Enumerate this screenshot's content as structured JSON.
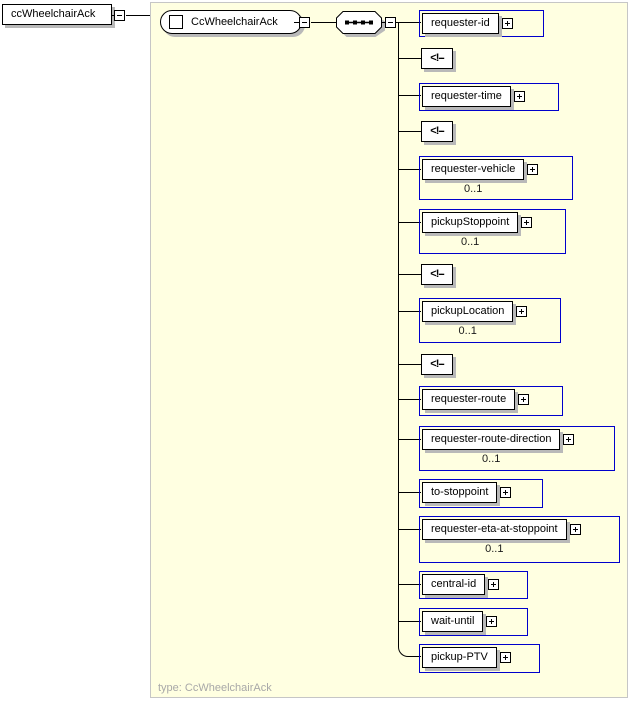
{
  "root_element": {
    "label": "ccWheelchairAck"
  },
  "content_model": {
    "label": "CcWheelchairAck",
    "compositor": "sequence",
    "children": [
      {
        "kind": "element",
        "label": "requester-id"
      },
      {
        "kind": "comment",
        "label": "<!--"
      },
      {
        "kind": "element",
        "label": "requester-time"
      },
      {
        "kind": "comment",
        "label": "<!--"
      },
      {
        "kind": "element",
        "label": "requester-vehicle",
        "occurs": "0..1"
      },
      {
        "kind": "element",
        "label": "pickupStoppoint",
        "occurs": "0..1"
      },
      {
        "kind": "comment",
        "label": "<!--"
      },
      {
        "kind": "element",
        "label": "pickupLocation",
        "occurs": "0..1"
      },
      {
        "kind": "comment",
        "label": "<!--"
      },
      {
        "kind": "element",
        "label": "requester-route"
      },
      {
        "kind": "element",
        "label": "requester-route-direction",
        "occurs": "0..1"
      },
      {
        "kind": "element",
        "label": "to-stoppoint"
      },
      {
        "kind": "element",
        "label": "requester-eta-at-stoppoint",
        "occurs": "0..1"
      },
      {
        "kind": "element",
        "label": "central-id"
      },
      {
        "kind": "element",
        "label": "wait-until"
      },
      {
        "kind": "element",
        "label": "pickup-PTV"
      }
    ]
  },
  "type_annotation": "type: CcWheelchairAck",
  "colors": {
    "panel_background": "#ffffe1",
    "panel_border": "#c6c6c6",
    "occurrence_rect_border": "#0000cc",
    "node_border": "#000000",
    "shadow": "#b9b9b9",
    "type_annotation_text": "#a8a8a8"
  }
}
